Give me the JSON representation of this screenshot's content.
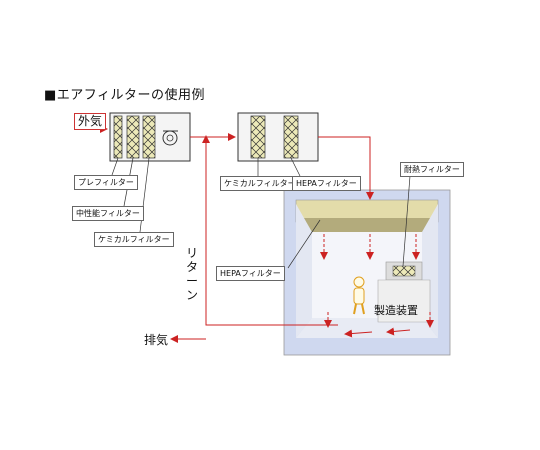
{
  "title": "■エアフィルターの使用例",
  "outside_air": "外気",
  "prefilter": "プレフィルター",
  "medium_filter": "中性能フィルター",
  "chemical_filter_1": "ケミカルフィルター",
  "chemical_filter_2": "ケミカルフィルター",
  "hepa_filter_top": "HEPAフィルター",
  "heat_resistant_filter": "耐熱フィルター",
  "hepa_filter_room": "HEPAフィルター",
  "return_label": "リターン",
  "exhaust": "排気",
  "equipment": "製造装置",
  "colors": {
    "air_arrow": "#cc2222",
    "room_bg": "#cfd8ef",
    "room_inner": "#eef0f6",
    "filter_fill": "#ece9b8"
  }
}
